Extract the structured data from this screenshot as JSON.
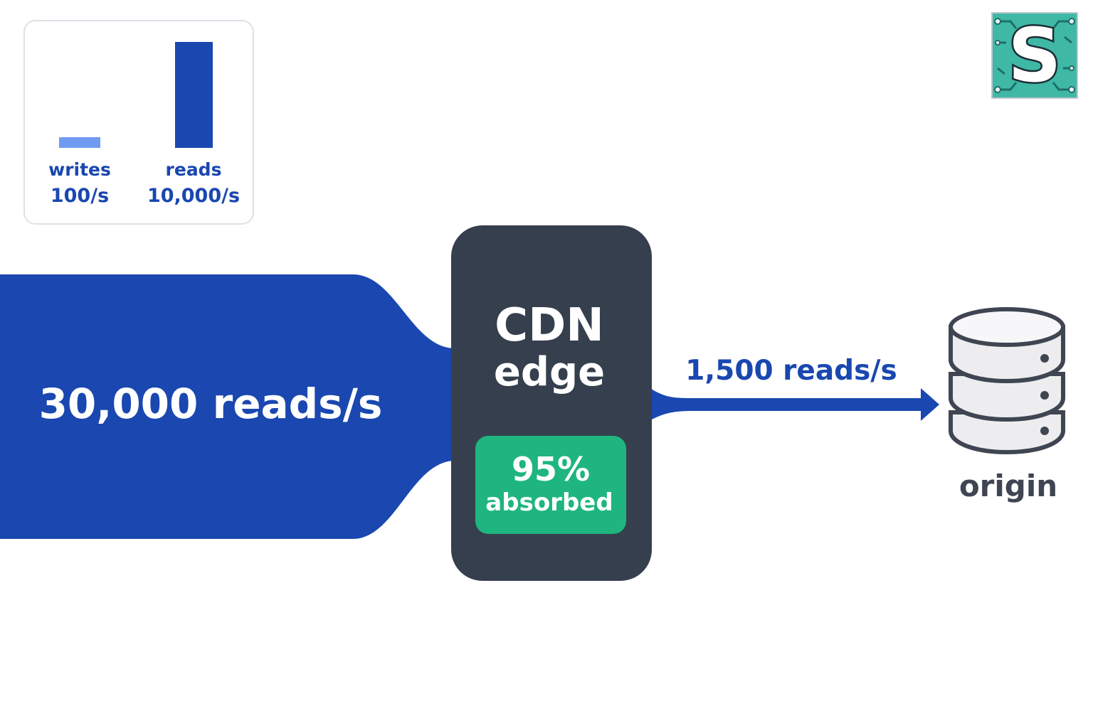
{
  "colors": {
    "flow_blue": "#1a47b0",
    "light_blue": "#6f9cf2",
    "cdn_dark": "#353f4e",
    "absorb_green": "#1fb57e",
    "origin_gray": "#3f4652",
    "logo_teal": "#3fb8a6"
  },
  "legend_chart": {
    "bars": [
      {
        "label": "writes",
        "rate": "100/s",
        "value": 100
      },
      {
        "label": "reads",
        "rate": "10,000/s",
        "value": 10000
      }
    ]
  },
  "incoming": {
    "label": "30,000 reads/s",
    "value": 30000
  },
  "cdn": {
    "title_line1": "CDN",
    "title_line2": "edge",
    "absorb_pct": "95%",
    "absorb_label": "absorbed"
  },
  "outgoing": {
    "label": "1,500 reads/s",
    "value": 1500
  },
  "origin": {
    "label": "origin",
    "icon": "database-icon"
  },
  "logo": {
    "letter": "S",
    "icon": "circuit-s-logo-icon"
  }
}
